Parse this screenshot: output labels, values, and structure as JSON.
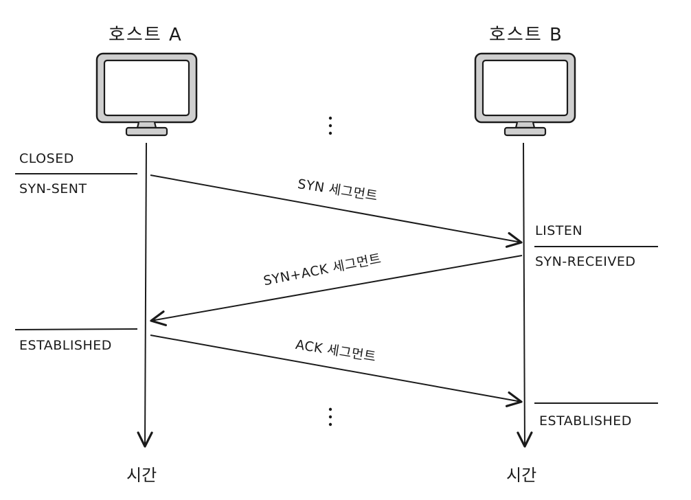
{
  "hosts": {
    "a": {
      "label": "호스트 A",
      "time_label": "시간"
    },
    "b": {
      "label": "호스트 B",
      "time_label": "시간"
    }
  },
  "states": {
    "a_closed": "CLOSED",
    "a_syn_sent": "SYN-SENT",
    "a_established": "ESTABLISHED",
    "b_listen": "LISTEN",
    "b_syn_received": "SYN-RECEIVED",
    "b_established": "ESTABLISHED"
  },
  "messages": {
    "syn": "SYN 세그먼트",
    "syn_ack": "SYN+ACK 세그먼트",
    "ack": "ACK 세그먼트"
  },
  "colors": {
    "ink": "#1a1a1a",
    "monitor_frame": "#cfcfcf",
    "screen": "#ffffff"
  }
}
